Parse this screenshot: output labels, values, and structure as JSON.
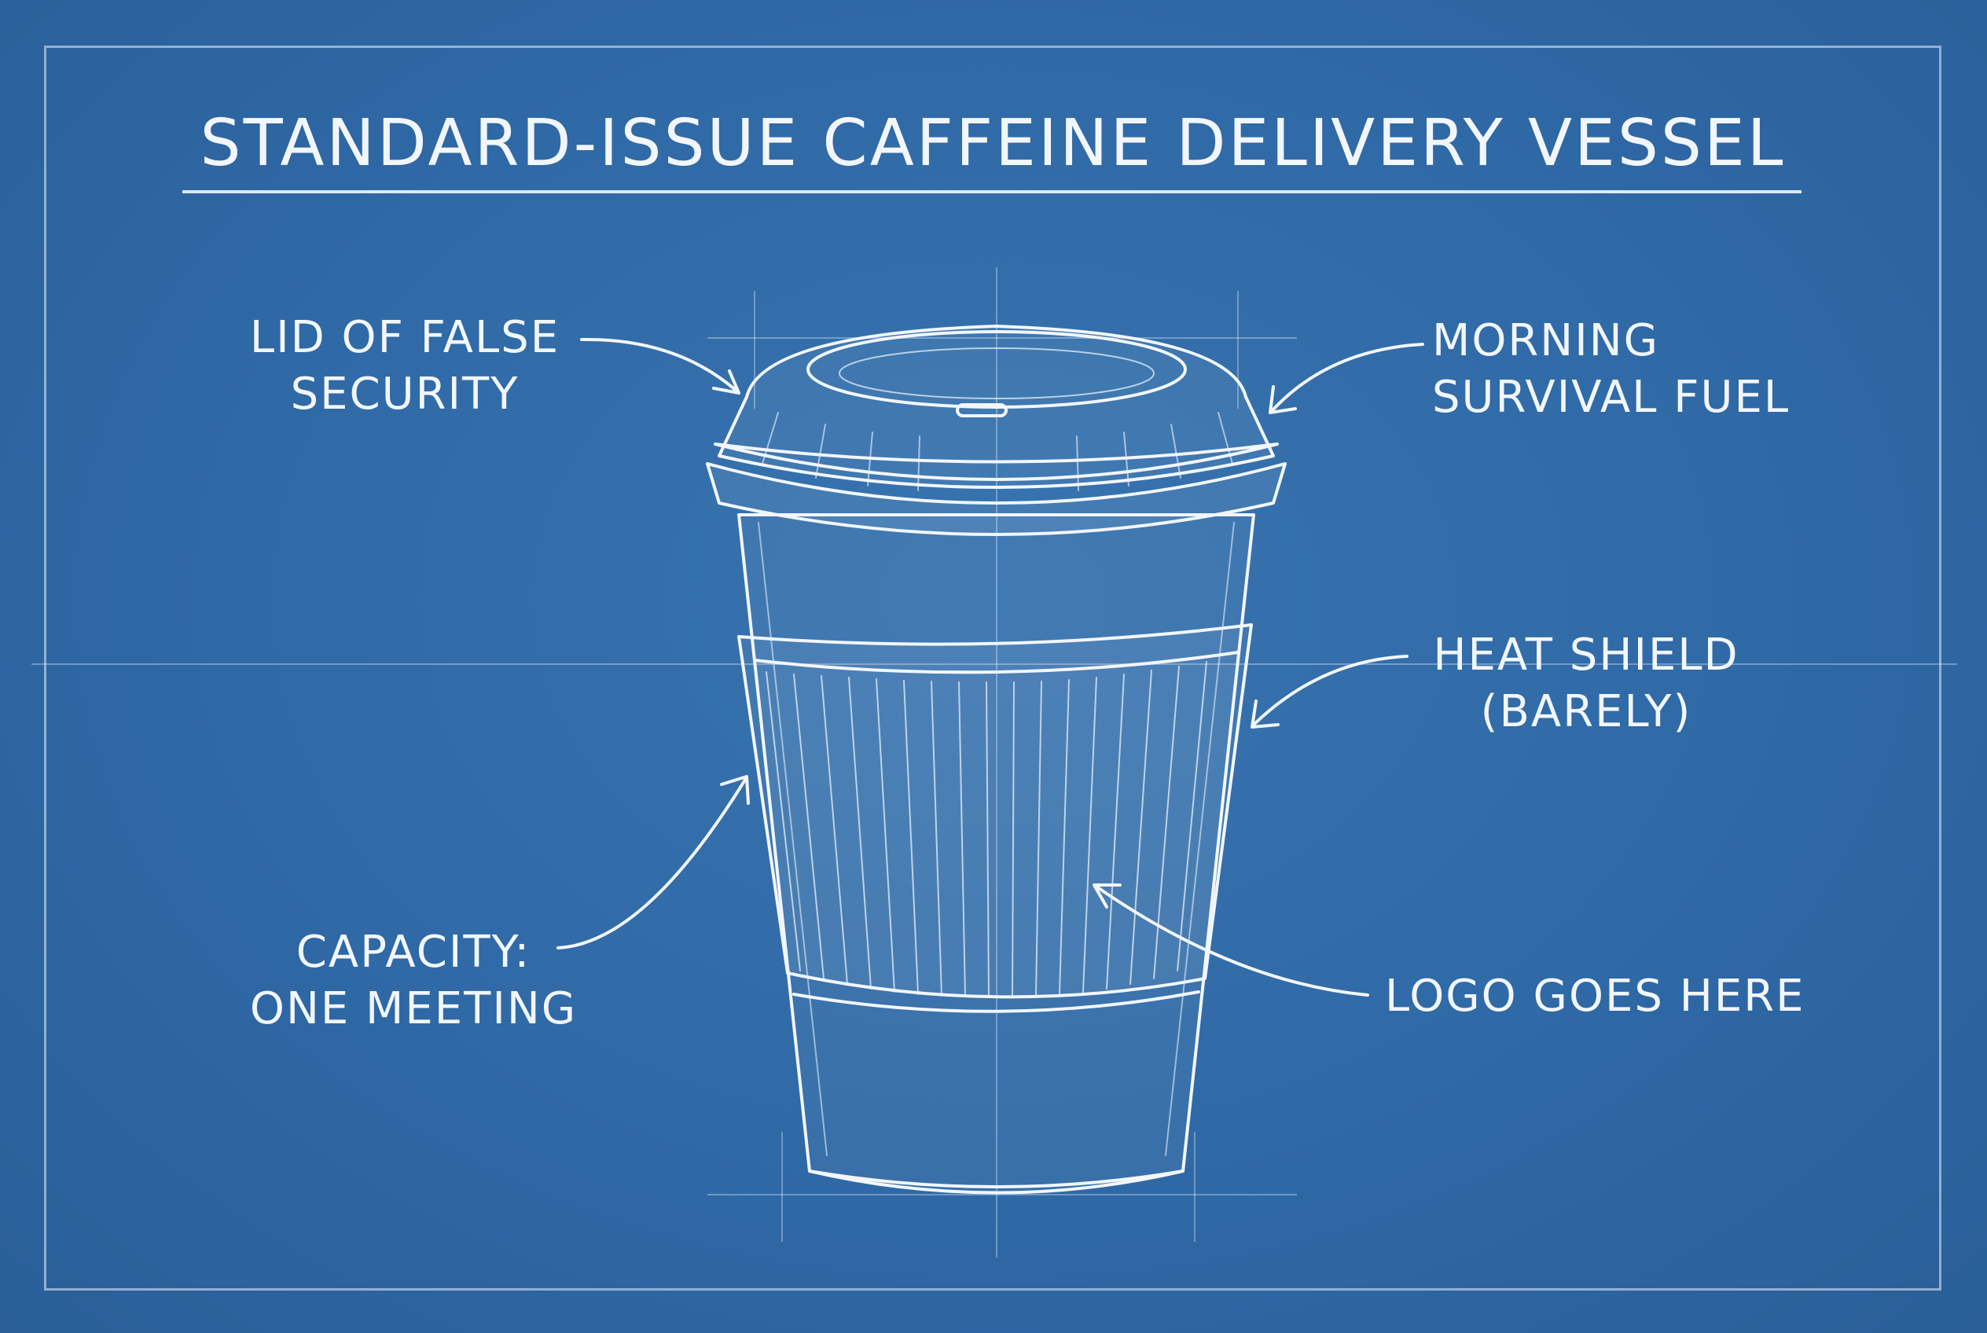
{
  "title": "STANDARD-ISSUE CAFFEINE DELIVERY VESSEL",
  "callouts": {
    "lid": [
      "LID OF FALSE",
      "SECURITY"
    ],
    "fuel": [
      "MORNING",
      "SURVIVAL FUEL"
    ],
    "sleeve": [
      "HEAT SHIELD",
      "(BARELY)"
    ],
    "capacity": [
      "CAPACITY:",
      "ONE MEETING"
    ],
    "logo": "LOGO GOES HERE"
  },
  "colors": {
    "paper": "#2f69a6",
    "ink": "#f2f6fb"
  }
}
